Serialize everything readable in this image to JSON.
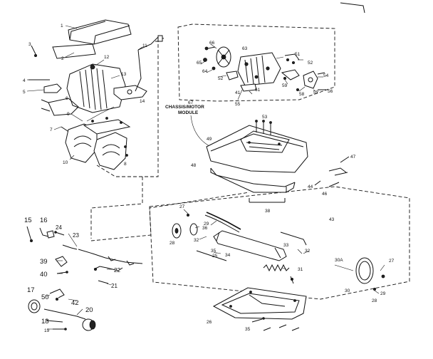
{
  "diagram": {
    "caption": "CHASSIS/MOTOR MODULE",
    "callouts": [
      {
        "id": "c1",
        "text": "1"
      },
      {
        "id": "c2",
        "text": "2"
      },
      {
        "id": "c3",
        "text": "3"
      },
      {
        "id": "c4",
        "text": "4"
      },
      {
        "id": "c5",
        "text": "5"
      },
      {
        "id": "c6",
        "text": "6"
      },
      {
        "id": "c7",
        "text": "7"
      },
      {
        "id": "c8",
        "text": "8"
      },
      {
        "id": "c9",
        "text": "9"
      },
      {
        "id": "c10",
        "text": "10"
      },
      {
        "id": "c11",
        "text": "11"
      },
      {
        "id": "c12",
        "text": "12"
      },
      {
        "id": "c13",
        "text": "13"
      },
      {
        "id": "c14",
        "text": "14"
      },
      {
        "id": "c15",
        "text": "15"
      },
      {
        "id": "c16",
        "text": "16"
      },
      {
        "id": "c17",
        "text": "17"
      },
      {
        "id": "c18",
        "text": "18"
      },
      {
        "id": "c19",
        "text": "19"
      },
      {
        "id": "c20",
        "text": "20"
      },
      {
        "id": "c21",
        "text": "21"
      },
      {
        "id": "c22",
        "text": "22"
      },
      {
        "id": "c23",
        "text": "23"
      },
      {
        "id": "c24",
        "text": "24"
      },
      {
        "id": "c25",
        "text": "25"
      },
      {
        "id": "c26",
        "text": "26"
      },
      {
        "id": "c27a",
        "text": "27"
      },
      {
        "id": "c27b",
        "text": "27"
      },
      {
        "id": "c28a",
        "text": "28"
      },
      {
        "id": "c28b",
        "text": "28"
      },
      {
        "id": "c29a",
        "text": "29"
      },
      {
        "id": "c29b",
        "text": "29"
      },
      {
        "id": "c30",
        "text": "30"
      },
      {
        "id": "c30a",
        "text": "30A"
      },
      {
        "id": "c31",
        "text": "31"
      },
      {
        "id": "c32a",
        "text": "32"
      },
      {
        "id": "c32b",
        "text": "32"
      },
      {
        "id": "c33",
        "text": "33"
      },
      {
        "id": "c34",
        "text": "34"
      },
      {
        "id": "c35a",
        "text": "35"
      },
      {
        "id": "c35b",
        "text": "35"
      },
      {
        "id": "c36",
        "text": "36"
      },
      {
        "id": "c38",
        "text": "38"
      },
      {
        "id": "c39",
        "text": "39"
      },
      {
        "id": "c40",
        "text": "40"
      },
      {
        "id": "c41",
        "text": "41"
      },
      {
        "id": "c42",
        "text": "42"
      },
      {
        "id": "c43",
        "text": "43"
      },
      {
        "id": "c44",
        "text": "44"
      },
      {
        "id": "c46",
        "text": "46"
      },
      {
        "id": "c47",
        "text": "47"
      },
      {
        "id": "c48",
        "text": "48"
      },
      {
        "id": "c49",
        "text": "49"
      },
      {
        "id": "c50",
        "text": "50"
      },
      {
        "id": "c51",
        "text": "51"
      },
      {
        "id": "c52a",
        "text": "52"
      },
      {
        "id": "c52b",
        "text": "52"
      },
      {
        "id": "c53",
        "text": "53"
      },
      {
        "id": "c54",
        "text": "54"
      },
      {
        "id": "c55",
        "text": "55"
      },
      {
        "id": "c56",
        "text": "56"
      },
      {
        "id": "c57",
        "text": "57"
      },
      {
        "id": "c58",
        "text": "58"
      },
      {
        "id": "c59",
        "text": "59"
      },
      {
        "id": "c61",
        "text": "61"
      },
      {
        "id": "c63",
        "text": "63"
      },
      {
        "id": "c64",
        "text": "64"
      },
      {
        "id": "c65",
        "text": "65"
      },
      {
        "id": "c66",
        "text": "66"
      },
      {
        "id": "c67",
        "text": "67"
      }
    ]
  }
}
